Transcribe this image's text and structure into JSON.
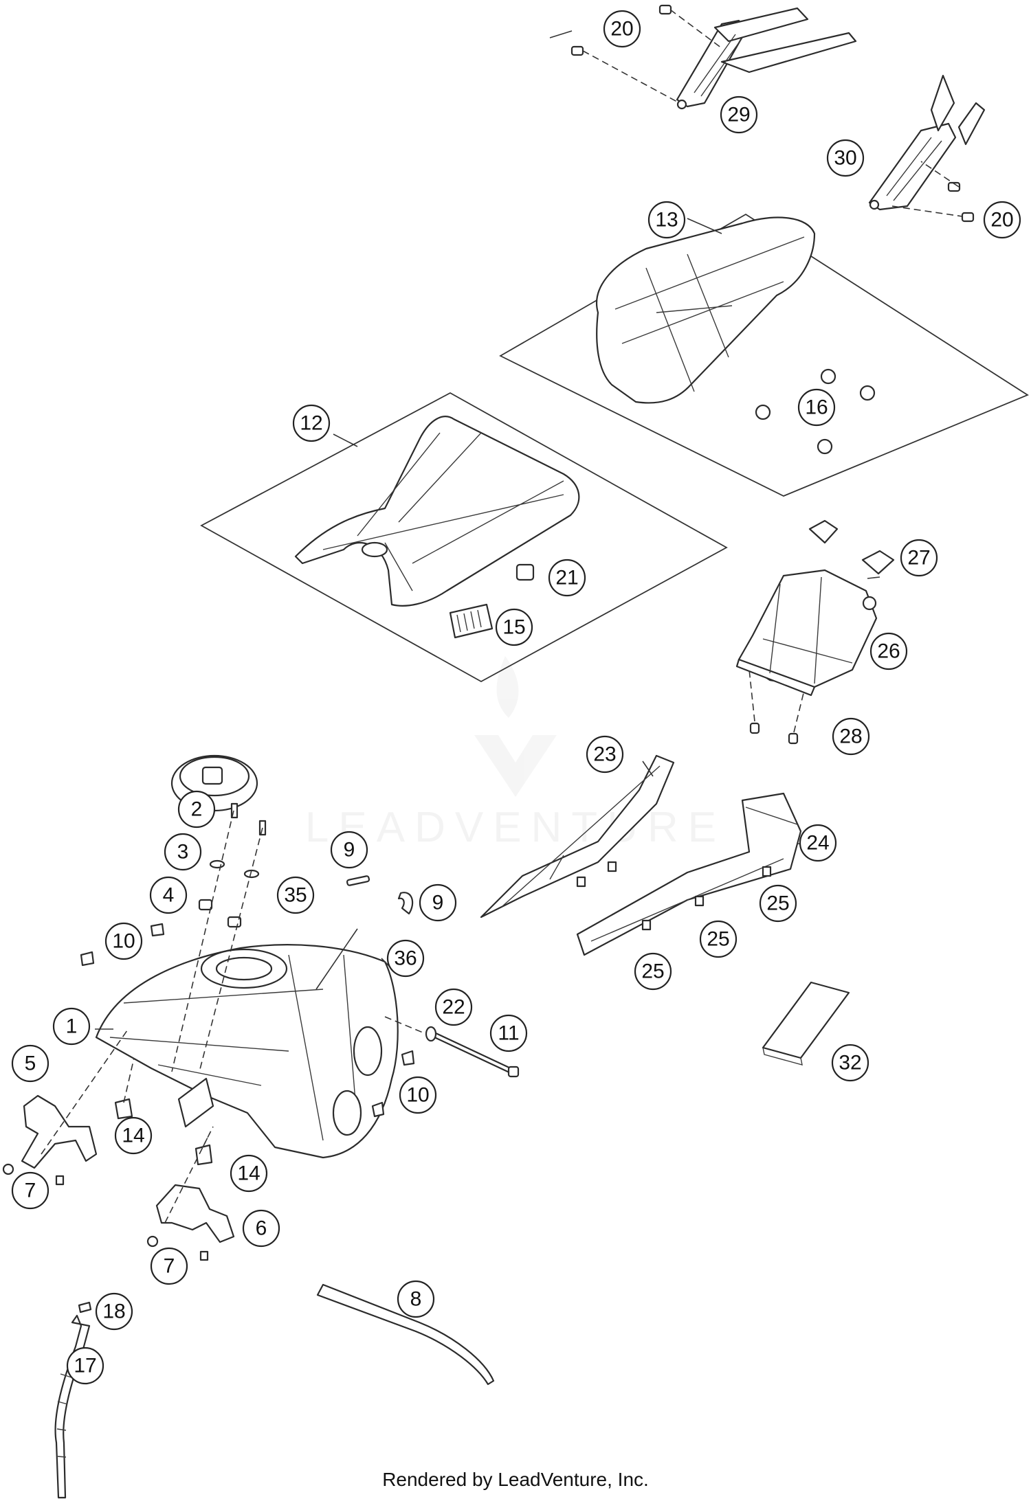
{
  "diagram": {
    "callouts": [
      "20",
      "29",
      "30",
      "20",
      "13",
      "16",
      "12",
      "21",
      "15",
      "27",
      "26",
      "28",
      "23",
      "24",
      "25",
      "25",
      "25",
      "32",
      "2",
      "3",
      "4",
      "10",
      "35",
      "9",
      "9",
      "36",
      "22",
      "11",
      "1",
      "5",
      "10",
      "14",
      "14",
      "7",
      "6",
      "7",
      "18",
      "8",
      "17"
    ],
    "watermark": "LEADVENTURE",
    "footer": "Rendered by LeadVenture, Inc."
  }
}
